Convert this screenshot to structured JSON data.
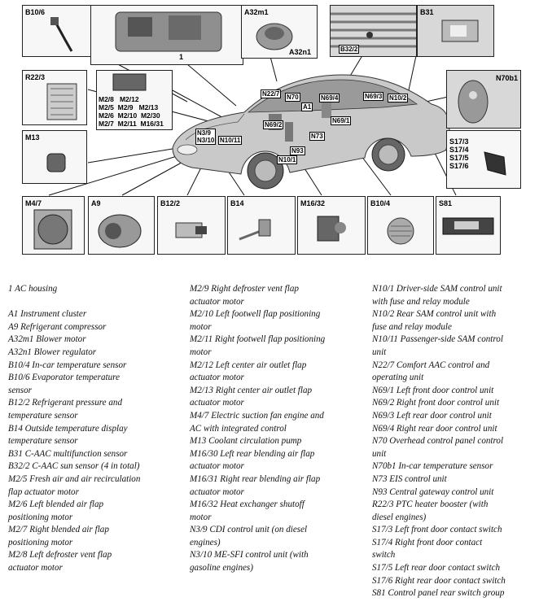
{
  "diagram": {
    "box_labels": {
      "b10_6": "B10/6",
      "housing": "1",
      "a32m1": "A32m1",
      "a32n1": "A32n1",
      "b32_2": "B32/2",
      "b31": "B31",
      "r22_3": "R22/3",
      "motors": "M2/8   M2/12\nM2/5  M2/9   M2/13\nM2/6  M2/10  M2/30\nM2/7  M2/11  M16/31",
      "m13": "M13",
      "n70b1": "N70b1",
      "s17": "S17/3\nS17/4\nS17/5\nS17/6",
      "m4_7": "M4/7",
      "a9": "A9",
      "b12_2": "B12/2",
      "b14": "B14",
      "m16_32": "M16/32",
      "b10_4": "B10/4",
      "s81": "S81"
    },
    "car_tags": {
      "n22_7": "N22/7",
      "n70": "N70",
      "a1": "A1",
      "n69_4": "N69/4",
      "n69_3": "N69/3",
      "n10_2": "N10/2",
      "n69_1": "N69/1",
      "n69_2": "N69/2",
      "n73": "N73",
      "n3_9": "N3/9\nN3/10",
      "n10_11": "N10/11",
      "n93": "N93",
      "n10_1": "N10/1"
    }
  },
  "legend": {
    "col1": [
      "1 AC housing",
      "",
      "A1 Instrument cluster",
      "A9 Refrigerant compressor",
      "A32m1 Blower motor",
      "A32n1 Blower regulator",
      "B10/4 In-car temperature sensor",
      "B10/6 Evaporator temperature",
      "sensor",
      "B12/2 Refrigerant pressure and",
      "temperature sensor",
      "B14 Outside temperature display",
      "temperature sensor",
      "B31 C-AAC multifunction sensor",
      "B32/2 C-AAC sun sensor (4 in total)",
      "M2/5 Fresh air and air recirculation",
      "flap actuator motor",
      "M2/6 Left blended air flap",
      "positioning motor",
      "M2/7 Right blended air flap",
      "positioning motor",
      "M2/8 Left defroster vent flap",
      "actuator motor"
    ],
    "col2": [
      "M2/9 Right defroster vent flap",
      "actuator motor",
      "M2/10 Left footwell flap positioning",
      "motor",
      "M2/11 Right footwell flap positioning",
      "motor",
      "M2/12 Left center air outlet flap",
      "actuator motor",
      "M2/13 Right center air outlet flap",
      "actuator motor",
      "M4/7 Electric suction fan engine and",
      "AC with integrated control",
      "M13 Coolant circulation pump",
      "M16/30 Left rear blending air flap",
      "actuator motor",
      "M16/31 Right rear blending air flap",
      "actuator motor",
      "M16/32 Heat exchanger shutoff",
      "motor",
      "N3/9 CDI control unit (on diesel",
      "engines)",
      "N3/10 ME-SFI control unit (with",
      "gasoline engines)"
    ],
    "col3": [
      "N10/1 Driver-side SAM control unit",
      "with fuse and relay module",
      "N10/2 Rear SAM control unit with",
      "fuse and relay module",
      "N10/11 Passenger-side SAM control",
      "unit",
      "N22/7 Comfort AAC control and",
      "operating unit",
      "N69/1 Left front door control unit",
      "N69/2 Right front door control unit",
      "N69/3 Left rear door control unit",
      "N69/4 Right rear door control unit",
      "N70 Overhead control panel control",
      "unit",
      "N70b1 In-car temperature sensor",
      "N73 EIS control unit",
      "N93 Central gateway control unit",
      "R22/3 PTC heater booster (with",
      "diesel engines)",
      "S17/3 Left front door contact switch",
      "S17/4 Right front door contact",
      "switch",
      "S17/5 Left rear door contact switch",
      "S17/6 Right rear door contact switch",
      "S81 Control panel rear switch group"
    ]
  }
}
